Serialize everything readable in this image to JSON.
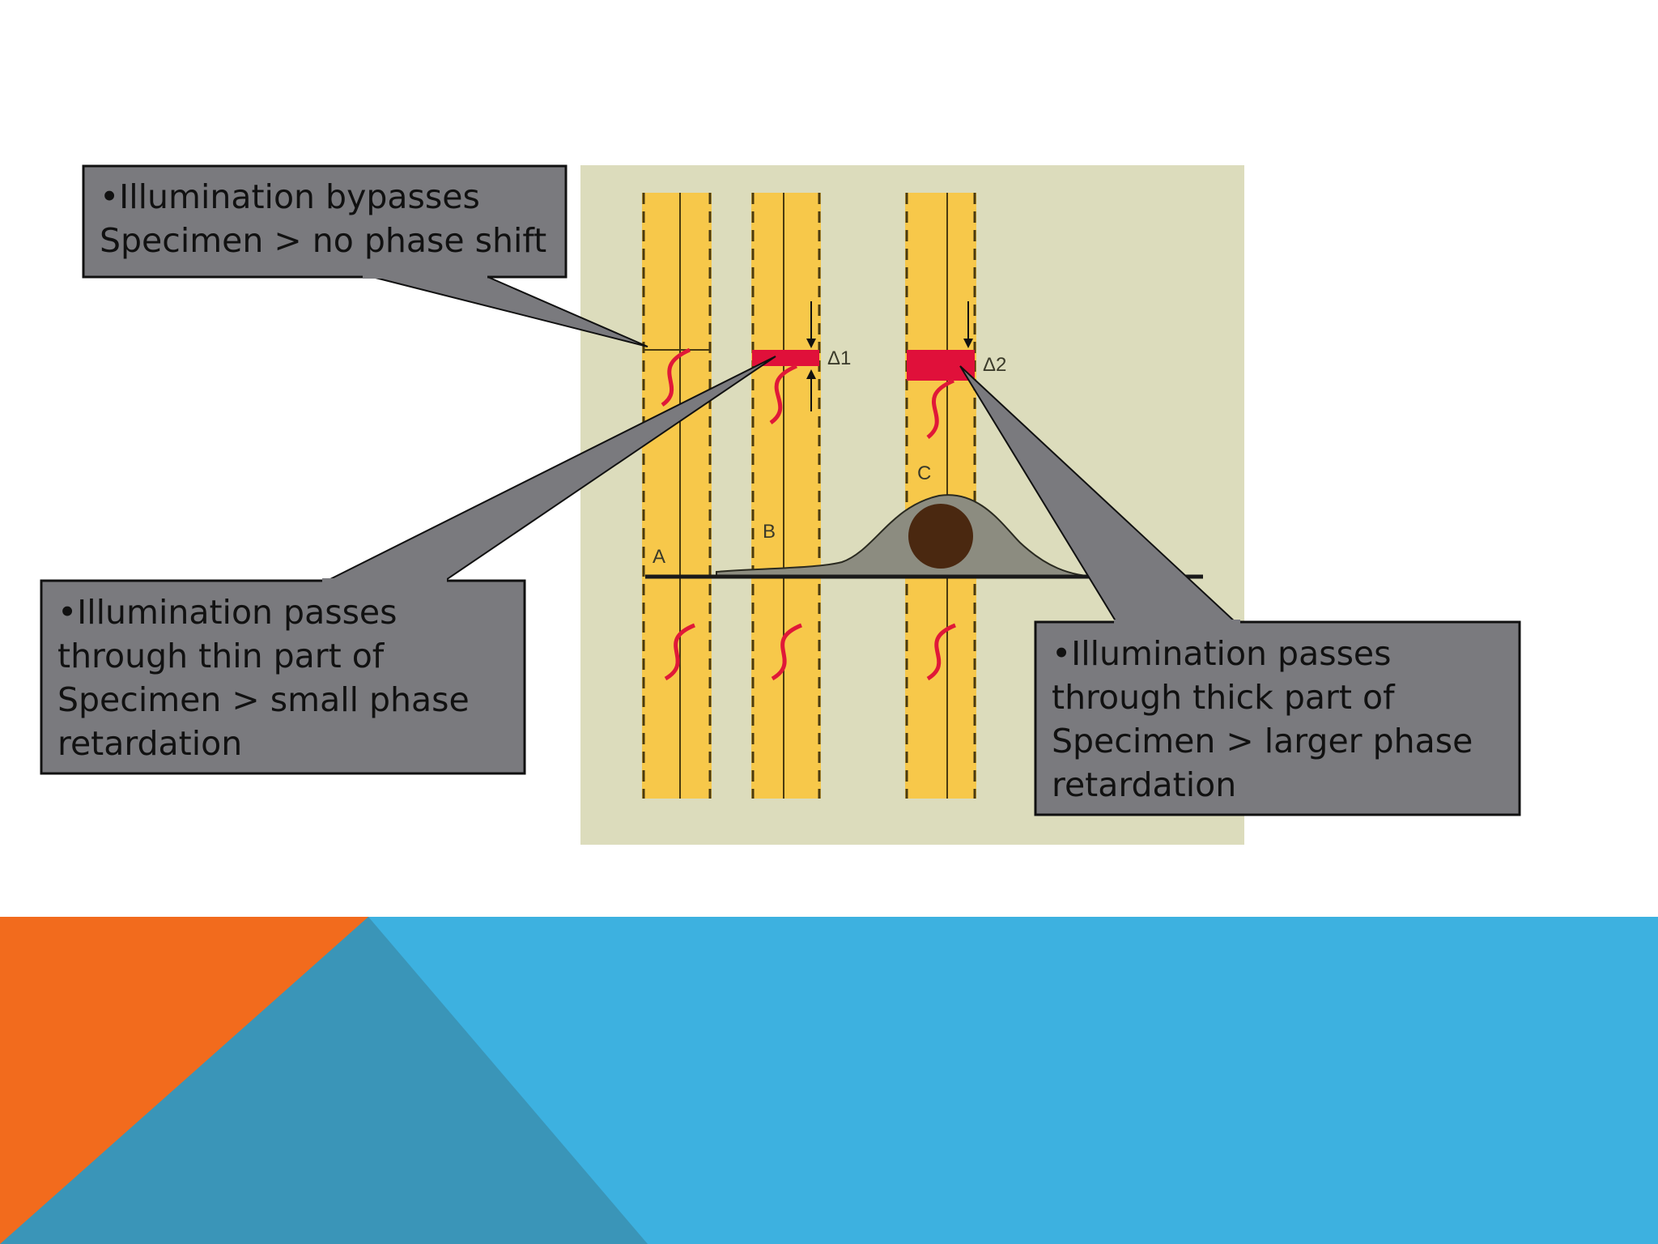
{
  "callouts": [
    {
      "id": "bypass",
      "text": "•Illumination bypasses\nSpecimen > no phase shift"
    },
    {
      "id": "thin",
      "text": "•Illumination passes\nthrough thin part of\nSpecimen > small phase\nretardation"
    },
    {
      "id": "thick",
      "text": "•Illumination passes\nthrough thick part of\nSpecimen > larger phase\nretardation"
    }
  ],
  "diagram": {
    "beam_labels": [
      "A",
      "B",
      "C"
    ],
    "delta_labels": [
      "Δ1",
      "Δ2"
    ]
  },
  "colors": {
    "callout_fill": "#7a7a7e",
    "beam": "#f7c84a",
    "retardation": "#e0103a",
    "wave": "#e01838",
    "figure_bg": "#dcdcbc",
    "accent_orange": "#f26b1d",
    "accent_blue": "#3db1e0",
    "accent_dark_blue": "#3a95b8"
  }
}
